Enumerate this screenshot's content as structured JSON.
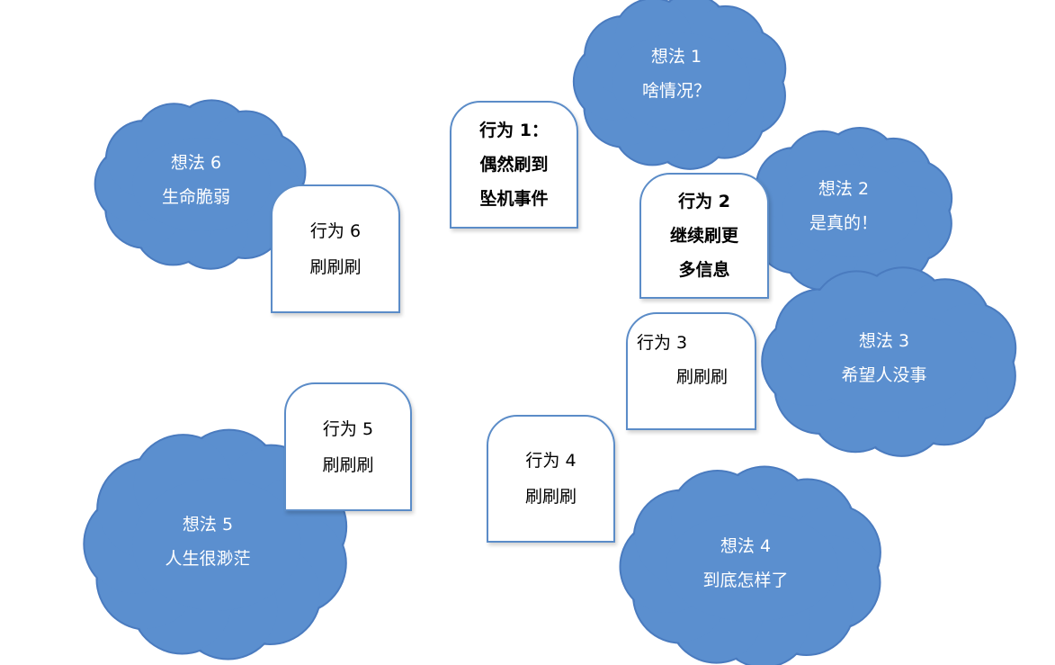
{
  "colors": {
    "cloud_fill": "#5b8fcf",
    "cloud_stroke": "#4a7bbf",
    "box_stroke": "#5b8cc8"
  },
  "actions": [
    {
      "id": "1",
      "lines": [
        "行为 1：",
        "偶然刷到",
        "坠机事件"
      ]
    },
    {
      "id": "2",
      "lines": [
        "行为 2",
        "继续刷更",
        "多信息"
      ]
    },
    {
      "id": "3",
      "lines": [
        "行为 3",
        "刷刷刷"
      ]
    },
    {
      "id": "4",
      "lines": [
        "行为 4",
        "刷刷刷"
      ]
    },
    {
      "id": "5",
      "lines": [
        "行为 5",
        "刷刷刷"
      ]
    },
    {
      "id": "6",
      "lines": [
        "行为 6",
        "刷刷刷"
      ]
    }
  ],
  "thoughts": [
    {
      "id": "1",
      "lines": [
        "想法 1",
        "啥情况？"
      ]
    },
    {
      "id": "2",
      "lines": [
        "想法 2",
        "是真的！"
      ]
    },
    {
      "id": "3",
      "lines": [
        "想法 3",
        "希望人没事"
      ]
    },
    {
      "id": "4",
      "lines": [
        "想法 4",
        "到底怎样了"
      ]
    },
    {
      "id": "5",
      "lines": [
        "想法 5",
        "人生很渺茫"
      ]
    },
    {
      "id": "6",
      "lines": [
        "想法 6",
        "生命脆弱"
      ]
    }
  ]
}
